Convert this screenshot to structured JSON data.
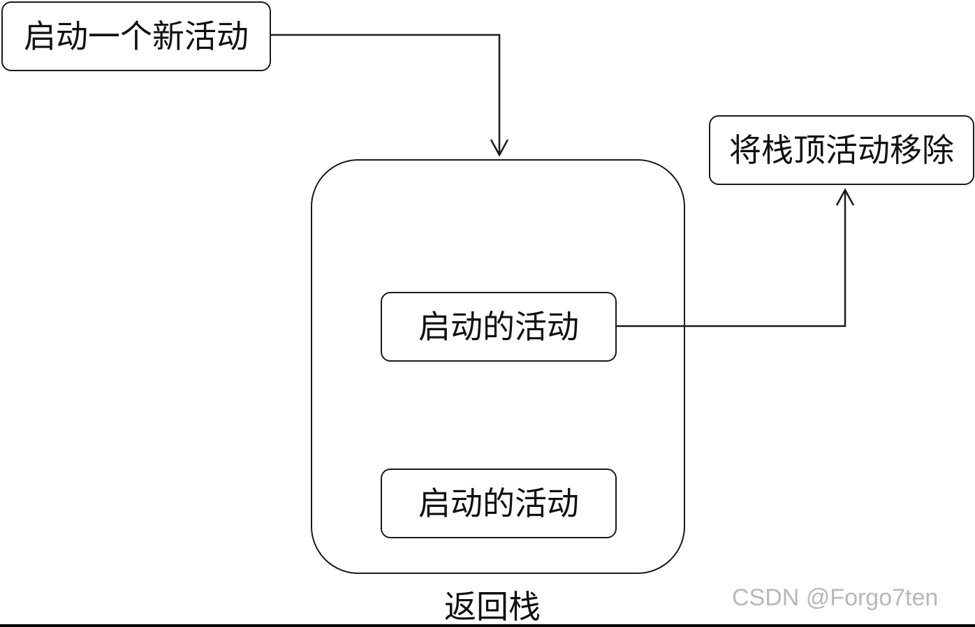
{
  "nodes": {
    "start_new_activity": "启动一个新活动",
    "pop_top_activity": "将栈顶活动移除",
    "stack_activity_top": "启动的活动",
    "stack_activity_bottom": "启动的活动"
  },
  "stack": {
    "label": "返回栈"
  },
  "watermark": "CSDN @Forgo7ten",
  "colors": {
    "stroke": "#1a1a1a",
    "text": "#111111",
    "watermark": "#b8b8b8",
    "background": "#ffffff"
  }
}
